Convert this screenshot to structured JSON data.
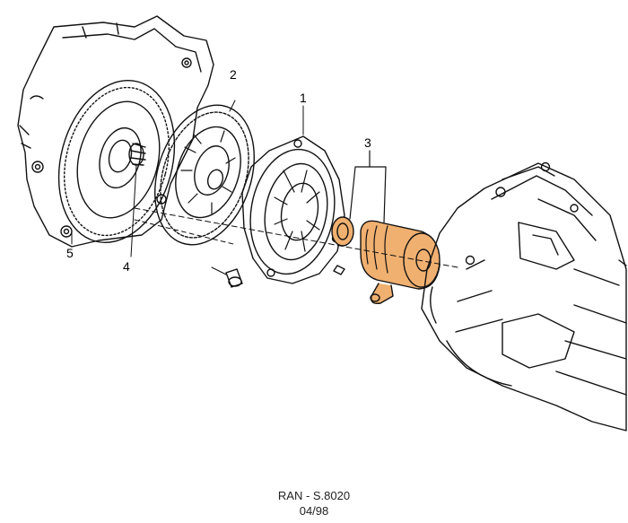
{
  "diagram": {
    "callouts": [
      "1",
      "2",
      "3",
      "4",
      "5"
    ],
    "highlight_color": "#f0b070",
    "line_color": "#111111"
  },
  "footer": {
    "reference": "RAN - S.8020",
    "date": "04/98"
  }
}
